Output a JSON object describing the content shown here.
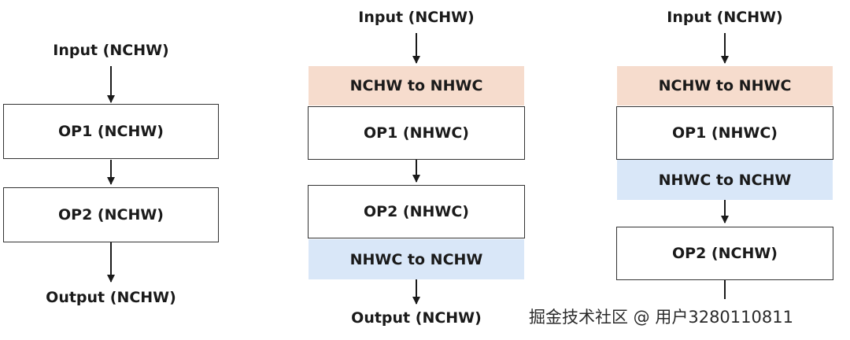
{
  "diagrams": [
    {
      "input": "Input (NCHW)",
      "steps": [
        "OP1 (NCHW)",
        "OP2 (NCHW)"
      ],
      "output": "Output (NCHW)"
    },
    {
      "input": "Input (NCHW)",
      "steps": [
        "NCHW to NHWC",
        "OP1 (NHWC)",
        "OP2 (NHWC)",
        "NHWC to NCHW"
      ],
      "output": "Output (NCHW)"
    },
    {
      "input": "Input (NCHW)",
      "steps": [
        "NCHW to NHWC",
        "OP1 (NHWC)",
        "NHWC to NCHW",
        "OP2 (NCHW)"
      ],
      "output": ""
    }
  ],
  "colors": {
    "nchw_to_nhwc_fill": "#f6dccd",
    "nhwc_to_nchw_fill": "#d9e7f8",
    "op_border": "#333333"
  },
  "watermark": "掘金技术社区 @ 用户3280110811"
}
